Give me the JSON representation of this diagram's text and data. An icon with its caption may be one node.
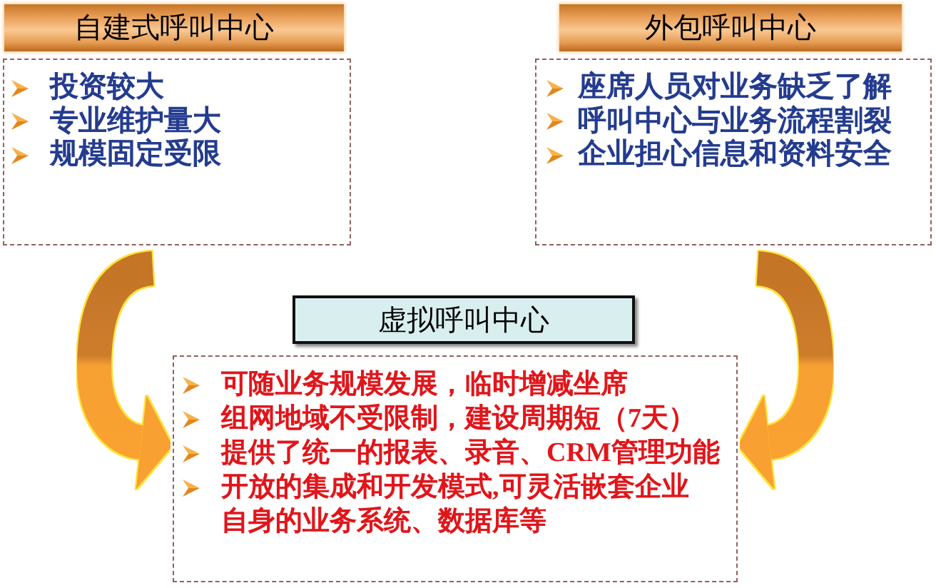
{
  "diagram": {
    "nodes": [
      {
        "text": [
          "自建式呼叫中心"
        ]
      },
      {
        "text": [
          "投资较大",
          "专业维护量大",
          "规模固定受限"
        ]
      },
      {
        "text": [
          "外包呼叫中心"
        ]
      },
      {
        "text": [
          "座席人员对业务缺乏了解",
          "呼叫中心与业务流程割裂",
          "企业担心信息和资料安全"
        ]
      },
      {
        "text": [
          "虚拟呼叫中心"
        ]
      },
      {
        "text": [
          "可随业务规模发展，临时增减坐席",
          "组网地域不受限制，建设周期短（7天）",
          "提供了统一的报表、录音、CRM管理功能",
          "开放的集成和开发模式,可灵活嵌套企业自身的业务系统、数据库等"
        ]
      }
    ],
    "edges": [
      {
        "from": 1,
        "to": 5,
        "arrow": "to"
      },
      {
        "from": 3,
        "to": 5,
        "arrow": "to"
      }
    ]
  }
}
